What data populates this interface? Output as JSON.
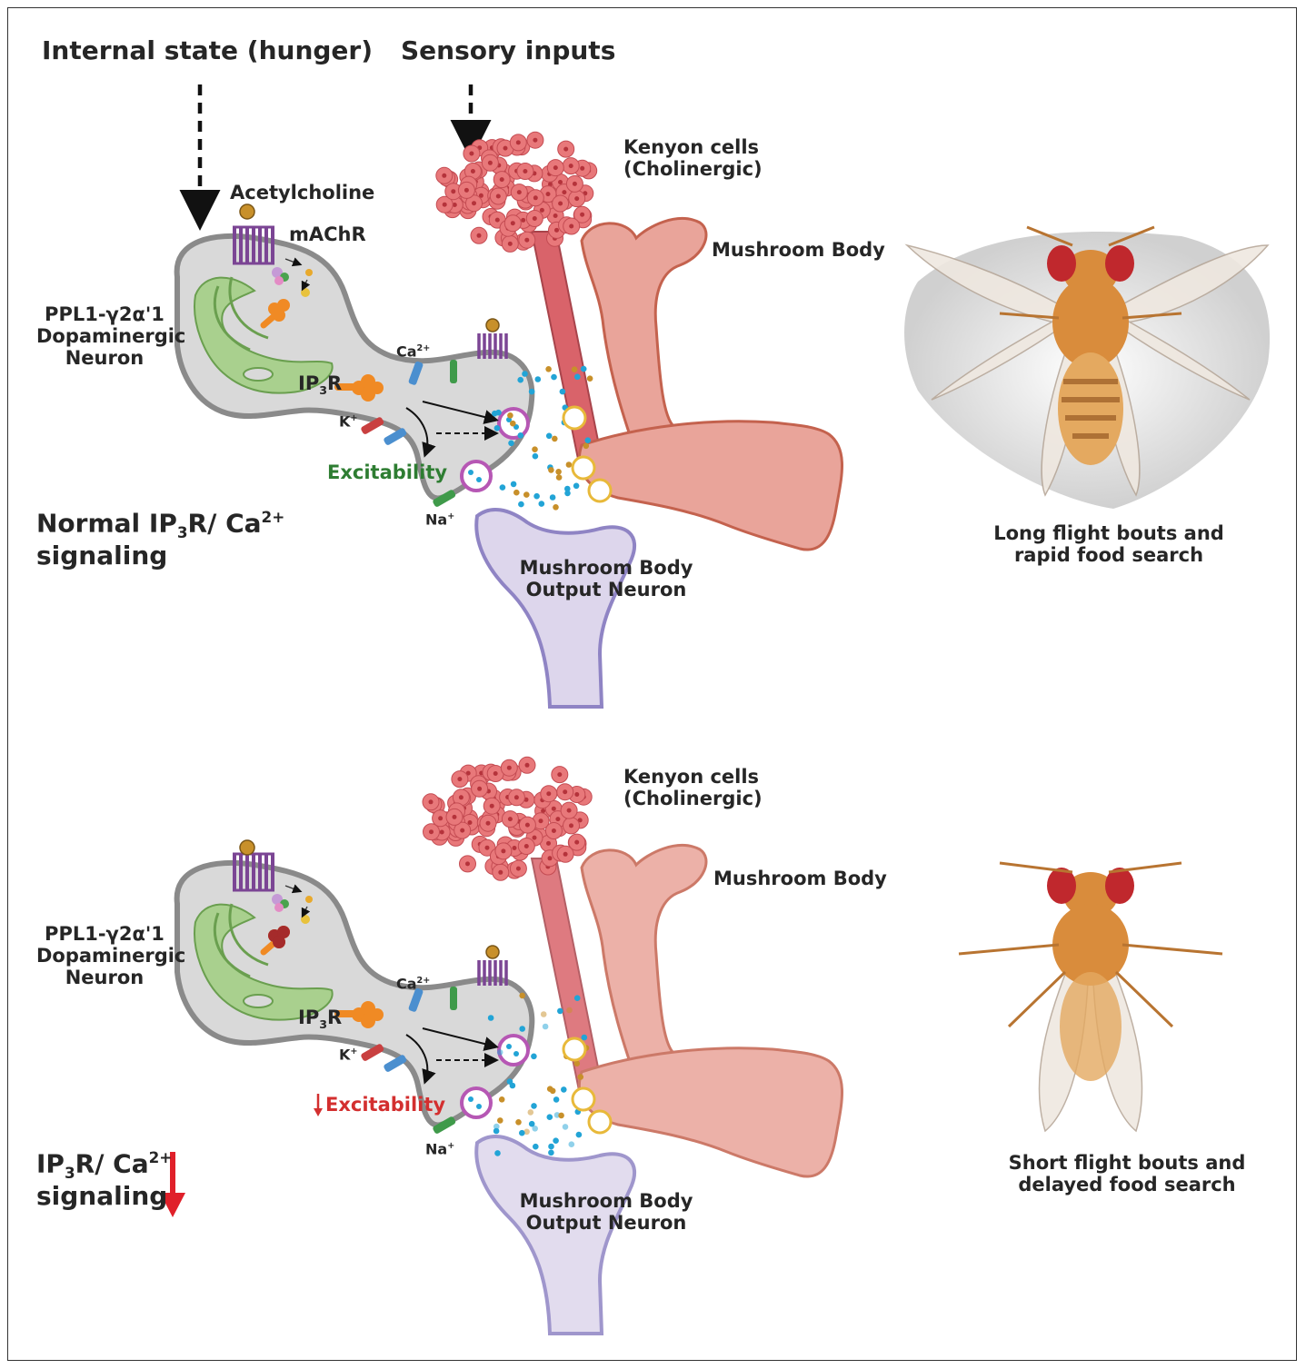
{
  "colors": {
    "neuron_fill": "#d9d9d9",
    "neuron_stroke": "#8a8a8a",
    "er_fill": "#a9d08e",
    "kenyon_cells": "#e8787a",
    "mushroom_body": "#e9a49a",
    "mbon_fill": "#ddd6ec",
    "mbon_stroke": "#8f84c4",
    "receptor_purple": "#7b4594",
    "ip3r_orange": "#f08a24",
    "ca_channel_blue": "#4b8fcf",
    "k_channel_red": "#c94040",
    "na_channel_green": "#3f9a4a",
    "excitability_green": "#2e7d32",
    "excitability_red": "#d32f2f",
    "down_arrow_red": "#e0202a",
    "fly_body": "#d98c3c",
    "fly_eye": "#c0282d"
  },
  "header": {
    "internal_state": "Internal state (hunger)",
    "sensory_inputs": "Sensory inputs"
  },
  "top_panel": {
    "acetylcholine": "Acetylcholine",
    "machr": "mAChR",
    "neuron_label_line1": "PPL1-γ2α'1",
    "neuron_label_line2": "Dopaminergic",
    "neuron_label_line3": "Neuron",
    "ip3r_label": "IP3R",
    "ca_label": "Ca2+",
    "k_label": "K+",
    "na_label": "Na+",
    "excitability": "Excitability",
    "kenyon_line1": "Kenyon cells",
    "kenyon_line2": "(Cholinergic)",
    "mushroom_body": "Mushroom Body",
    "mbon_line1": "Mushroom Body",
    "mbon_line2": "Output Neuron",
    "state_line1": "Normal IP3R/ Ca2+",
    "state_line2": "signaling",
    "outcome_line1": "Long flight bouts and",
    "outcome_line2": "rapid food search"
  },
  "bottom_panel": {
    "neuron_label_line1": "PPL1-γ2α'1",
    "neuron_label_line2": "Dopaminergic",
    "neuron_label_line3": "Neuron",
    "ip3r_label": "IP3R",
    "ca_label": "Ca2+",
    "k_label": "K+",
    "na_label": "Na+",
    "excitability": "Excitability",
    "kenyon_line1": "Kenyon cells",
    "kenyon_line2": "(Cholinergic)",
    "mushroom_body": "Mushroom Body",
    "mbon_line1": "Mushroom Body",
    "mbon_line2": "Output Neuron",
    "state_line1": "IP3R/ Ca2+",
    "state_line2": "signaling",
    "outcome_line1": "Short flight bouts and",
    "outcome_line2": "delayed food search"
  }
}
